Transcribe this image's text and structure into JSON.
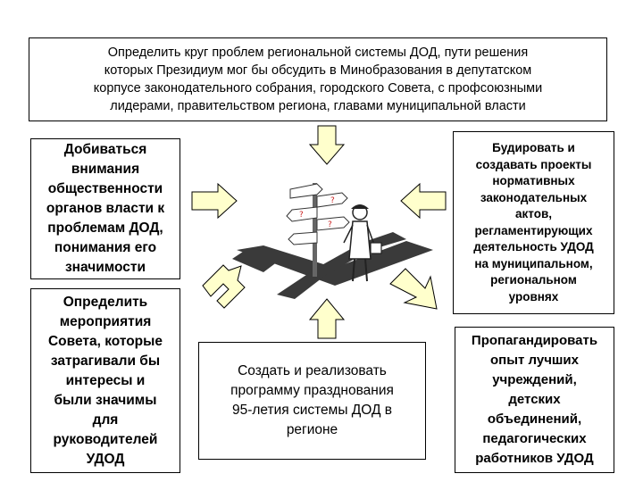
{
  "top_box": {
    "text": "Определить круг проблем региональной системы  ДОД, пути решения\nкоторых Президиум мог бы обсудить в Минобразования в депутатском\nкорпусе законодательного собрания, городского Совета, с профсоюзными\nлидерами, правительством региона, главами муниципальной власти"
  },
  "left_box_1": {
    "text": "Добиваться\nвнимания\nобщественности\nорганов власти к\nпроблемам  ДОД,\nпонимания его\nзначимости"
  },
  "left_box_2": {
    "text": "Определить\nмероприятия\nСовета, которые\nзатрагивали бы\nинтересы и\nбыли значимы\nдля\nруководителей\nУДОД"
  },
  "right_box_1": {
    "text": "Будировать и\nсоздавать проекты\nнормативных\nзаконодательных\nактов,\nрегламентирующих\nдеятельность УДОД\nна муниципальном,\nрегиональном\nуровнях"
  },
  "right_box_2": {
    "text": "Пропагандировать\nопыт лучших\nучреждений,\nдетских\nобъединений,\nпедагогических\nработников УДОД"
  },
  "bottom_box": {
    "text": "Создать и реализовать\nпрограмму  празднования\n95-летия системы ДОД в\nрегионе"
  },
  "colors": {
    "arrow_fill": "#ffffcc",
    "arrow_stroke": "#000000",
    "figure_dark": "#3a3a3a",
    "sign_accent": "#cc2222"
  },
  "icons": {
    "center_figure": "person-at-crossroads-signpost-clipart"
  }
}
